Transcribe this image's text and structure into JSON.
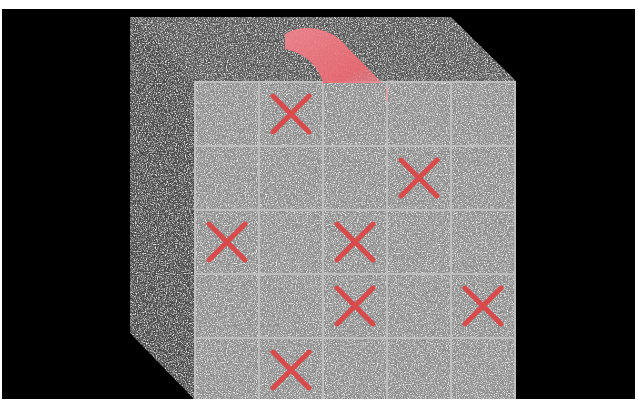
{
  "game": {
    "grid_rows": 5,
    "grid_cols": 5,
    "marked_cells": [
      {
        "row": 0,
        "col": 1
      },
      {
        "row": 1,
        "col": 3
      },
      {
        "row": 2,
        "col": 0
      },
      {
        "row": 2,
        "col": 2
      },
      {
        "row": 3,
        "col": 2
      },
      {
        "row": 3,
        "col": 4
      },
      {
        "row": 4,
        "col": 1
      }
    ],
    "mark_symbol": "x",
    "top_marker": "red-ribbon-marker"
  },
  "colors": {
    "background": "#000000",
    "cell_face": "#8e8e8e",
    "cell_border": "#bdbdbd",
    "side_face": "#4d4d4d",
    "top_face": "#555555",
    "mark": "#d94b4b",
    "ribbon": "#f06e78"
  }
}
